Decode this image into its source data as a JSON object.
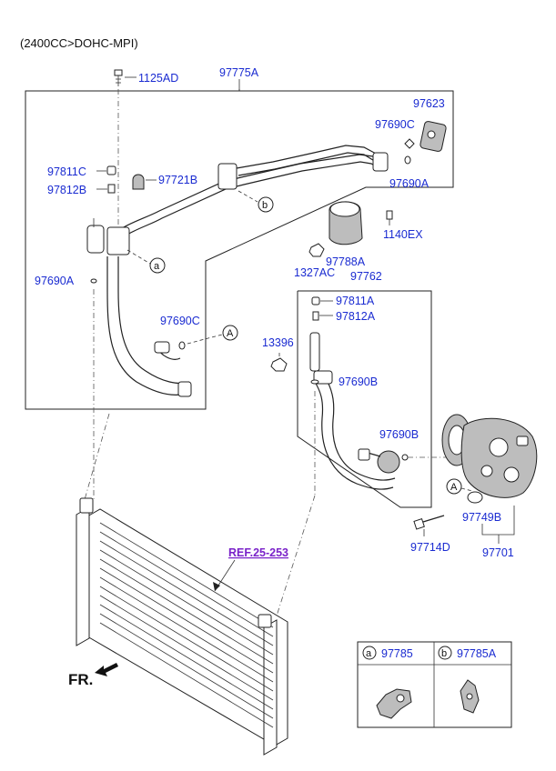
{
  "header": {
    "engine": "(2400CC>DOHC-MPI)"
  },
  "labels": {
    "p1125AD": "1125AD",
    "p97775A": "97775A",
    "p97623": "97623",
    "p97690C_top": "97690C",
    "p97690A_right": "97690A",
    "p97811C": "97811C",
    "p97812B": "97812B",
    "p97721B": "97721B",
    "p1140EX": "1140EX",
    "p97788A": "97788A",
    "p1327AC": "1327AC",
    "p97762": "97762",
    "p97690A_left": "97690A",
    "p97811A": "97811A",
    "p97812A": "97812A",
    "p97690C_mid": "97690C",
    "p13396": "13396",
    "p97690B_mid": "97690B",
    "p97690B_right": "97690B",
    "p97749B": "97749B",
    "p97714D": "97714D",
    "p97701": "97701",
    "ref": "REF.25-253",
    "fr": "FR."
  },
  "callouts": {
    "a": "a",
    "b": "b",
    "A": "A"
  },
  "legend": {
    "a_letter": "a",
    "a_part": "97785",
    "b_letter": "b",
    "b_part": "97785A"
  }
}
